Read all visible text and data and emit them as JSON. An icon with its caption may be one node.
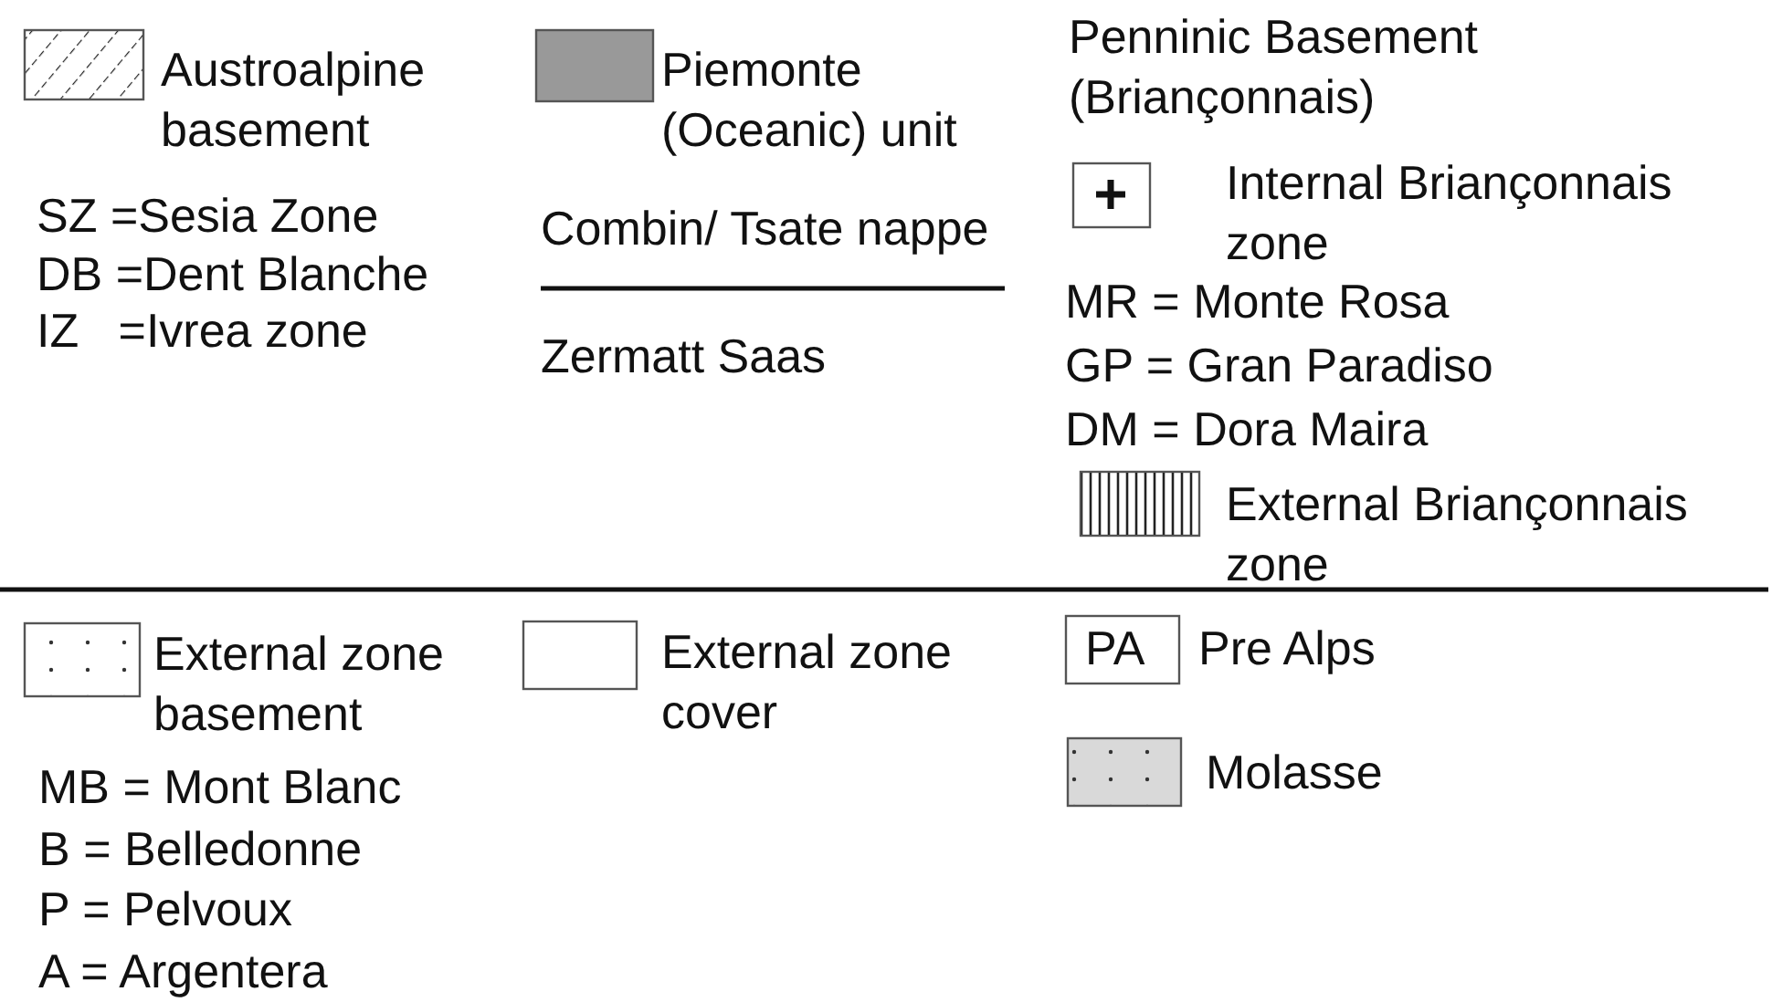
{
  "diagram": {
    "labels": [
      "Penninic Basement (Briançonnais)",
      "SZ =Sesia Zone",
      "DB =Dent Blanche",
      "IZ   =Ivrea zone",
      "Combin/ Tsate nappe",
      "Zermatt Saas",
      "MR = Monte Rosa",
      "GP = Gran Paradiso",
      "DM = Dora Maira",
      "PA",
      "MB = Mont Blanc",
      "B = Belledonne",
      "P = Pelvoux",
      "A = Argentera"
    ],
    "legend": [
      {
        "text": "Austroalpine basement"
      },
      {
        "text": "Piemonte (Oceanic) unit",
        "color": "#999999"
      },
      {
        "text": "Internal Briançonnais zone"
      },
      {
        "text": "External Briançonnais zone"
      },
      {
        "text": "External zone basement"
      },
      {
        "text": "External zone cover"
      },
      {
        "text": "Pre Alps"
      },
      {
        "text": "Molasse",
        "color": "#d9d9d9"
      }
    ]
  }
}
